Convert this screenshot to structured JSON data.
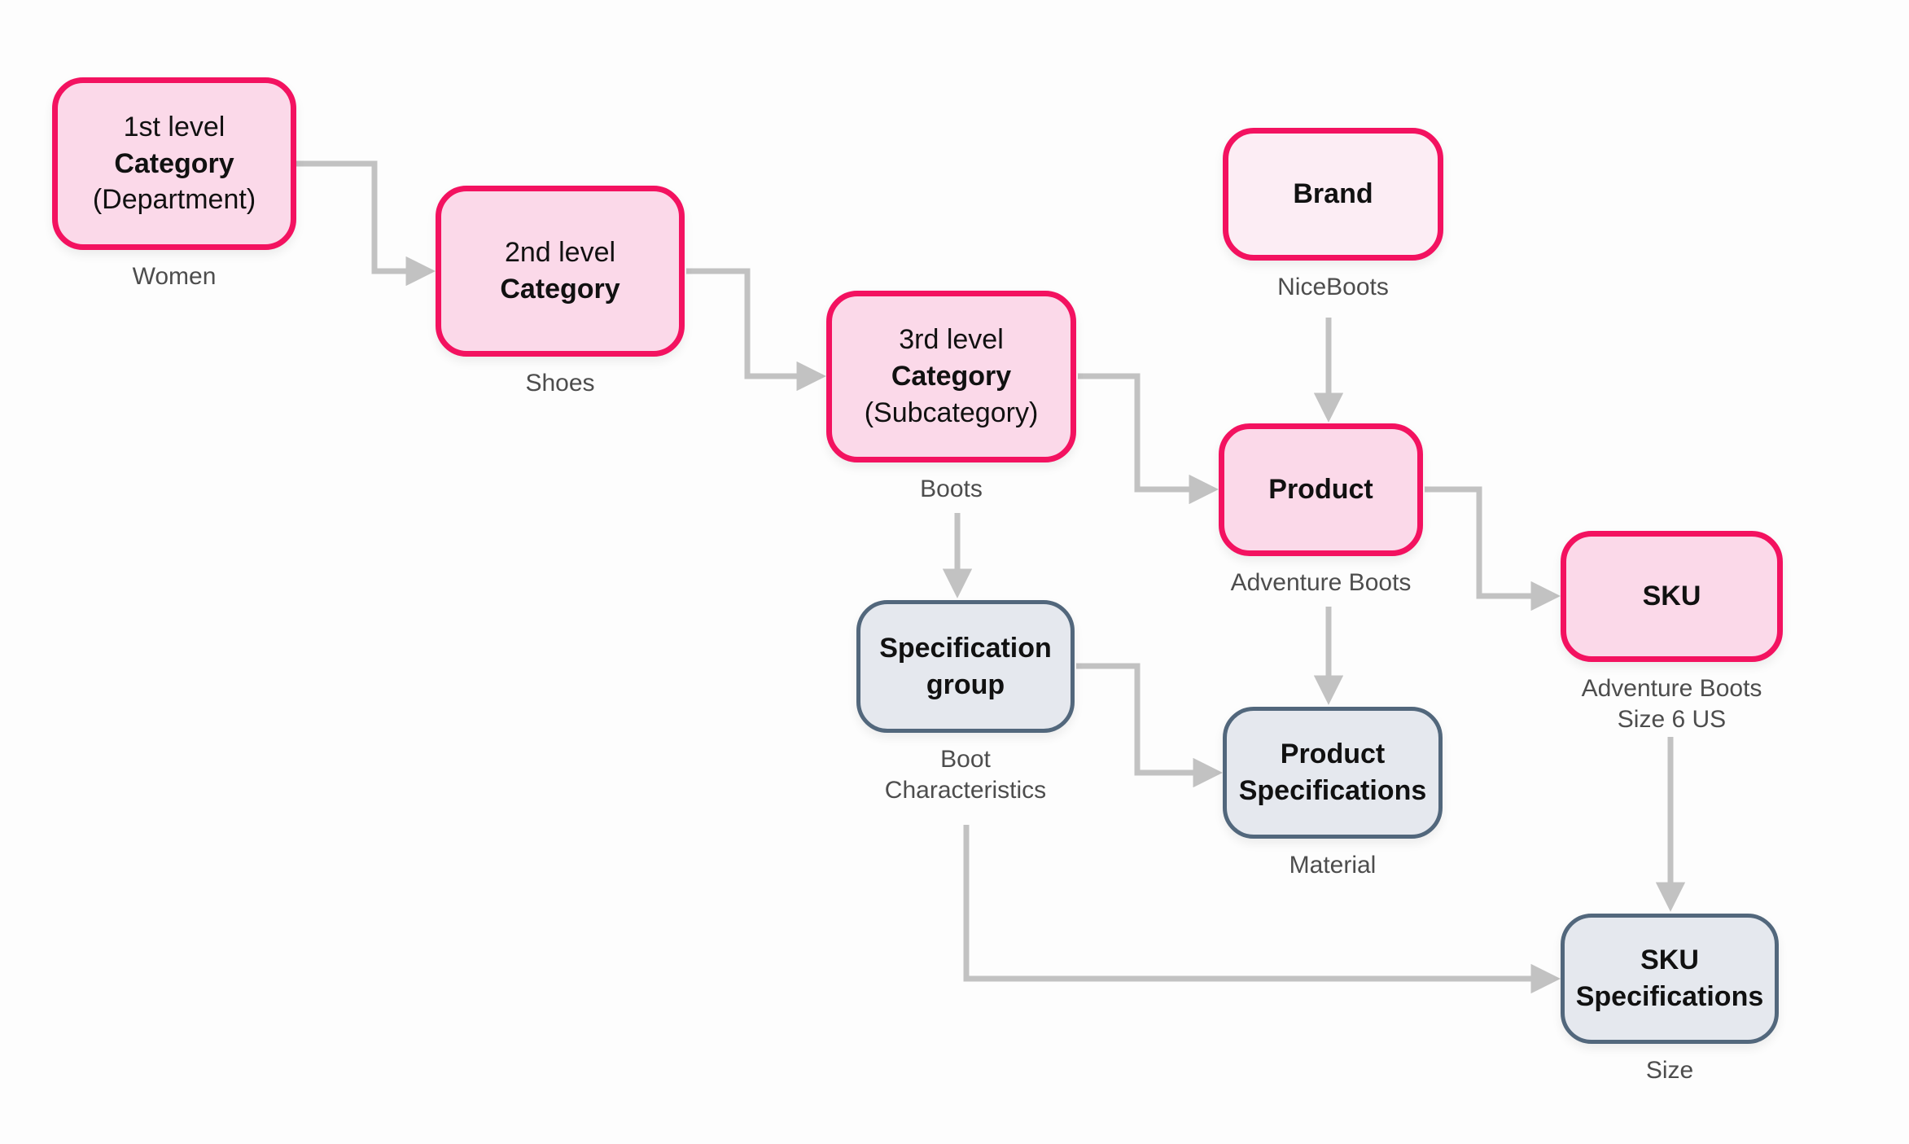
{
  "colors": {
    "pink_fill": "#FBD9E9",
    "pink_fill_light": "#FCEDF4",
    "pink_border": "#F31260",
    "slate_fill": "#E5E8EE",
    "slate_border": "#52677C",
    "arrow": "#C2C2C2",
    "label_text": "#4D4D4D",
    "title_text": "#111111",
    "background": "#FDFDFD"
  },
  "nodes": {
    "category1": {
      "line1": "1st level",
      "line2": "Category",
      "line3": "(Department)",
      "ex1": "Women"
    },
    "category2": {
      "line1": "2nd level",
      "line2": "Category",
      "ex1": "Shoes"
    },
    "category3": {
      "line1": "3rd level",
      "line2": "Category",
      "line3": "(Subcategory)",
      "ex1": "Boots"
    },
    "brand": {
      "line1": "Brand",
      "ex1": "NiceBoots"
    },
    "product": {
      "line1": "Product",
      "ex1": "Adventure Boots"
    },
    "sku": {
      "line1": "SKU",
      "ex1": "Adventure Boots",
      "ex2": "Size 6 US"
    },
    "spec_group": {
      "line1": "Specification",
      "line2": "group",
      "ex1": "Boot",
      "ex2": "Characteristics"
    },
    "product_specs": {
      "line1": "Product",
      "line2": "Specifications",
      "ex1": "Material"
    },
    "sku_specs": {
      "line1": "SKU",
      "line2": "Specifications",
      "ex1": "Size"
    }
  }
}
